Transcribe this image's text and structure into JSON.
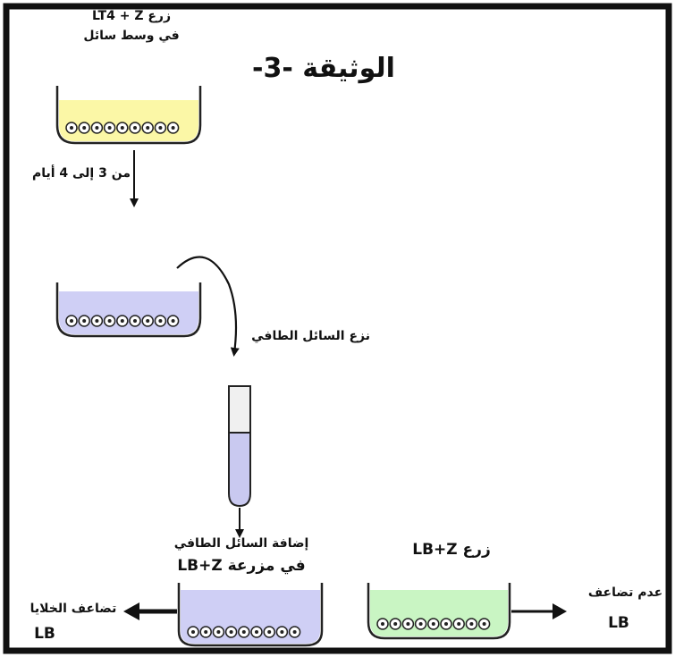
{
  "title": "الوثيقة -3-",
  "labels": {
    "culture_lt4_line1": "زرع LT4 + Z",
    "culture_lt4_line2": "في وسط سائل",
    "duration": "من 3 إلى 4 أيام",
    "remove_supernatant": "نزع السائل الطافي",
    "add_supernatant_line1": "إضافة السائل الطافي",
    "add_supernatant_line2": "في مزرعة LB+Z",
    "culture_lb": "زرع LB+Z",
    "cell_multiplication": "تضاعف الخلايا",
    "lb_left": "LB",
    "no_multiplication": "عدم تضاعف",
    "lb_right": "LB"
  },
  "colors": {
    "dish_yellow": "#fbf7a6",
    "dish_blue": "#cfcff5",
    "dish_green": "#c9f5c3",
    "tube_liquid": "#c9c9f0",
    "outline": "#222222"
  },
  "cells_per_dish": 9
}
